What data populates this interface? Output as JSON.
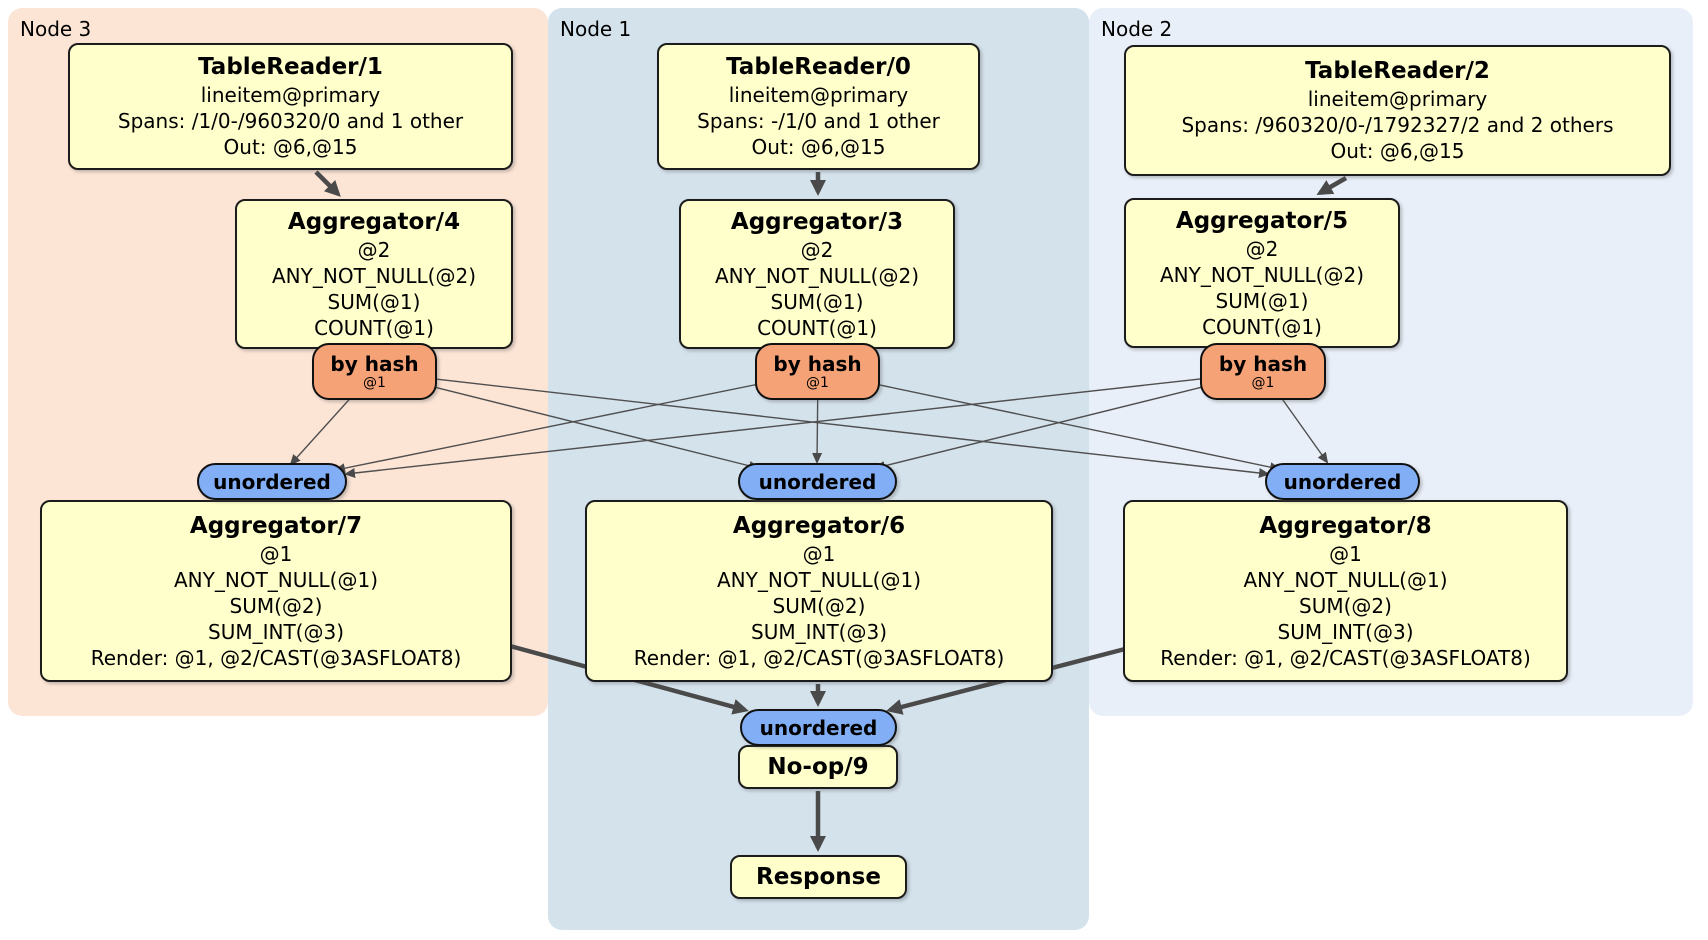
{
  "nodes": [
    {
      "label": "Node 3"
    },
    {
      "label": "Node 1"
    },
    {
      "label": "Node 2"
    }
  ],
  "processors": {
    "tr1": {
      "title": "TableReader/1",
      "lines": [
        "lineitem@primary",
        "Spans: /1/0-/960320/0 and 1 other",
        "Out: @6,@15"
      ]
    },
    "tr0": {
      "title": "TableReader/0",
      "lines": [
        "lineitem@primary",
        "Spans: -/1/0 and 1 other",
        "Out: @6,@15"
      ]
    },
    "tr2": {
      "title": "TableReader/2",
      "lines": [
        "lineitem@primary",
        "Spans: /960320/0-/1792327/2 and 2 others",
        "Out: @6,@15"
      ]
    },
    "agg4": {
      "title": "Aggregator/4",
      "lines": [
        "@2",
        "ANY_NOT_NULL(@2)",
        "SUM(@1)",
        "COUNT(@1)"
      ]
    },
    "agg3": {
      "title": "Aggregator/3",
      "lines": [
        "@2",
        "ANY_NOT_NULL(@2)",
        "SUM(@1)",
        "COUNT(@1)"
      ]
    },
    "agg5": {
      "title": "Aggregator/5",
      "lines": [
        "@2",
        "ANY_NOT_NULL(@2)",
        "SUM(@1)",
        "COUNT(@1)"
      ]
    },
    "agg7": {
      "title": "Aggregator/7",
      "lines": [
        "@1",
        "ANY_NOT_NULL(@1)",
        "SUM(@2)",
        "SUM_INT(@3)",
        "Render: @1, @2/CAST(@3ASFLOAT8)"
      ]
    },
    "agg6": {
      "title": "Aggregator/6",
      "lines": [
        "@1",
        "ANY_NOT_NULL(@1)",
        "SUM(@2)",
        "SUM_INT(@3)",
        "Render: @1, @2/CAST(@3ASFLOAT8)"
      ]
    },
    "agg8": {
      "title": "Aggregator/8",
      "lines": [
        "@1",
        "ANY_NOT_NULL(@1)",
        "SUM(@2)",
        "SUM_INT(@3)",
        "Render: @1, @2/CAST(@3ASFLOAT8)"
      ]
    },
    "noop": {
      "title": "No-op/9"
    },
    "response": {
      "title": "Response"
    }
  },
  "routers": {
    "by_hash": {
      "label": "by hash",
      "sub": "@1"
    },
    "unordered": {
      "label": "unordered"
    }
  },
  "colors": {
    "node3_bg": "#fde5d6",
    "node1_bg": "#d4e2ec",
    "node2_bg": "#e9eff9",
    "processor_bg": "#ffffcc",
    "hash_router_bg": "#f6a277",
    "unordered_router_bg": "#82aef5",
    "edge": "#4a4a4a"
  }
}
